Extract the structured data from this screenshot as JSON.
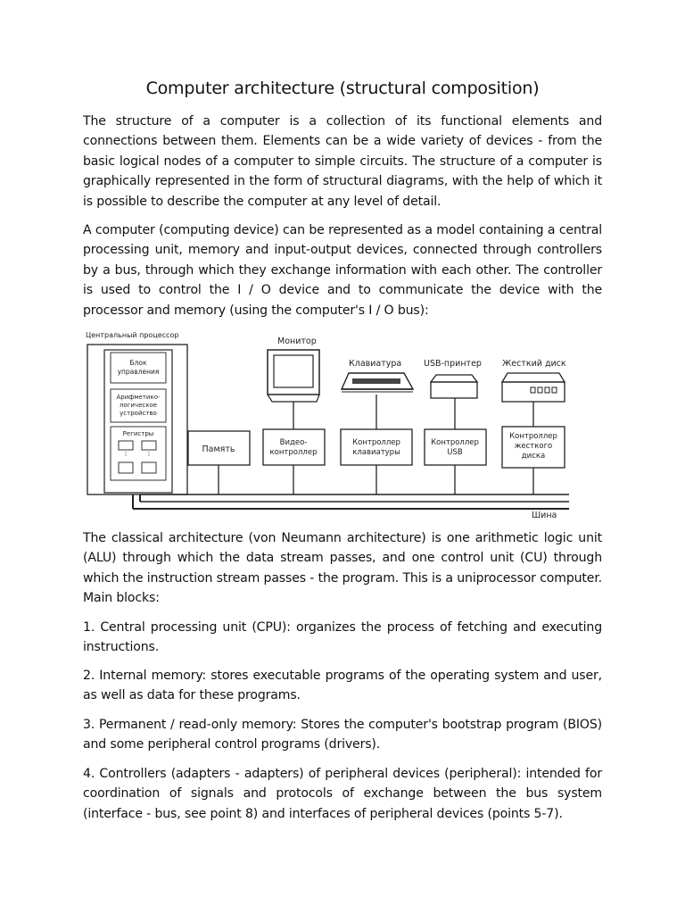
{
  "document": {
    "title": "Computer architecture (structural composition)",
    "paragraphs": [
      "The structure of a computer is a collection of its functional elements and connections between them. Elements can be a wide variety of devices - from the basic logical nodes of a computer to simple circuits. The structure of a computer is graphically represented in the form of structural diagrams, with the help of which it is possible to describe the computer at any level of detail.",
      "A computer (computing device) can be represented as a model containing a central processing unit, memory and input-output devices, connected through controllers by a bus, through which they exchange information with each other. The controller is used to control the I / O device and to communicate the device with the processor and memory (using the computer's I / O bus):",
      "The classical architecture (von Neumann architecture) is one arithmetic logic unit (ALU) through which the data stream passes, and one control unit (CU) through which the instruction stream passes - the program. This is a uniprocessor computer. Main blocks:"
    ],
    "list_items": [
      "1. Central processing unit (CPU): organizes the process of fetching and executing instructions.",
      "2. Internal memory: stores executable programs of the operating system and user, as well as data for these programs.",
      "3. Permanent / read-only memory: Stores the computer's bootstrap program (BIOS) and some peripheral control programs (drivers).",
      "4. Controllers (adapters - adapters) of peripheral devices (peripheral): intended for coordination of signals and protocols of exchange between the bus system (interface - bus, see point 8) and interfaces of peripheral devices (points 5-7)."
    ]
  },
  "diagram": {
    "cpu_label": "Центральный процессор",
    "control_unit": [
      "Блок",
      "управления"
    ],
    "alu": [
      "Арифметико-",
      "логическое",
      "устройство"
    ],
    "registers": "Регистры",
    "memory": "Память",
    "video_controller": [
      "Видео-",
      "контроллер"
    ],
    "keyboard_controller": [
      "Контроллер",
      "клавиатуры"
    ],
    "usb_controller": [
      "Контроллер",
      "USB"
    ],
    "disk_controller": [
      "Контроллер",
      "жесткого",
      "диска"
    ],
    "monitor": "Монитор",
    "keyboard": "Клавиатура",
    "usb_printer": "USB-принтер",
    "hard_disk": "Жесткий диск",
    "bus": "Шина"
  }
}
